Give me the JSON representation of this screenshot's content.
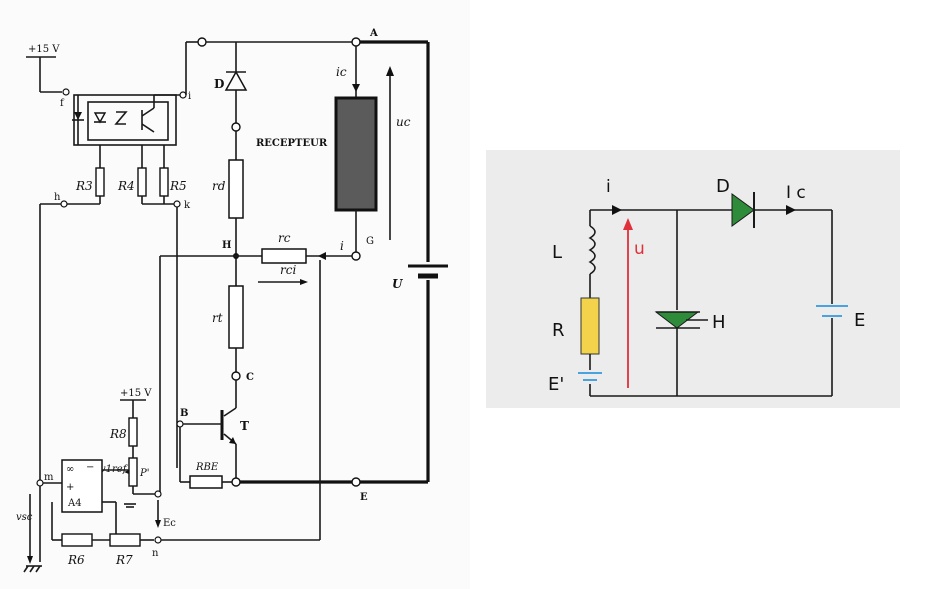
{
  "left_diagram": {
    "supply_left": "+15 V",
    "supply_mid": "+15 V",
    "node_f": "f",
    "node_i": "i",
    "node_h": "h",
    "node_k": "k",
    "node_m": "m",
    "node_n": "n",
    "node_A": "A",
    "node_E": "E",
    "node_H": "H",
    "node_C": "C",
    "node_B": "B",
    "node_G": "G",
    "diode_D": "D",
    "transistor_T": "T",
    "R3": "R3",
    "R4": "R4",
    "R5": "R5",
    "R6": "R6",
    "R7": "R7",
    "R8": "R8",
    "RBE": "RBE",
    "rd": "rd",
    "rc": "rc",
    "rt": "rt",
    "rci": "rci",
    "current_i": "i",
    "current_ic": "ic",
    "voltage_uc": "uc",
    "voltage_U": "U",
    "receiver": "RECEPTEUR",
    "pot_P": "P'",
    "v1ref": "v1ref",
    "vsc": "vsc",
    "Ec": "Ec",
    "opamp_A4": "A4",
    "opamp_inf": "∞",
    "opamp_minus": "−",
    "opamp_plus": "+"
  },
  "right_diagram": {
    "current_i": "i",
    "current_ic": "I c",
    "voltage_u": "u",
    "L": "L",
    "R": "R",
    "Eprime": "E'",
    "D": "D",
    "H": "H",
    "E": "E",
    "colors": {
      "panel_bg": "#ececec",
      "diode_green": "#2e8b3a",
      "resistor_yellow": "#f2d34b",
      "battery_blue": "#4aa3df",
      "voltage_red": "#e0303a"
    }
  }
}
